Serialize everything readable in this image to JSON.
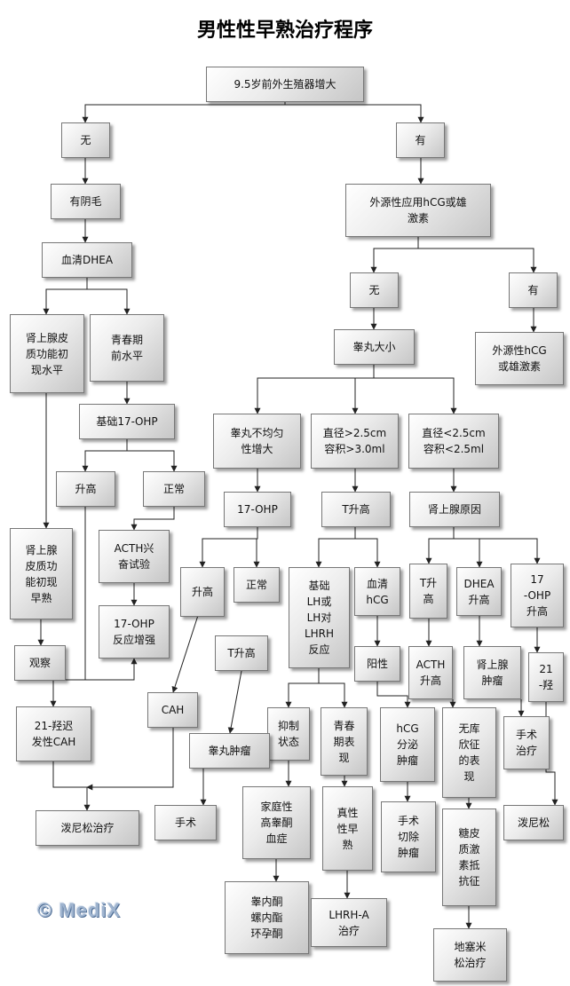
{
  "title": "男性性早熟治疗程序",
  "watermark": "© MediX",
  "nodes": {
    "n1": "9.5岁前外生殖器增大",
    "n2": "无",
    "n3": "有",
    "n4": "有阴毛",
    "n5": "外源性应用hCG或雄\n激素",
    "n6": "血清DHEA",
    "n7": "无",
    "n8": "有",
    "n9": "肾上腺皮\n质功能初\n现水平",
    "n10": "青春期\n前水平",
    "n11": "睾丸大小",
    "n12": "外源性hCG\n或雄激素",
    "n13": "基础17-OHP",
    "n14": "睾丸不均匀\n性增大",
    "n15": "直径>2.5cm\n容积>3.0ml",
    "n16": "直径<2.5cm\n容积<2.5ml",
    "n17": "升高",
    "n18": "正常",
    "n19": "17-OHP",
    "n20": "T升高",
    "n21": "肾上腺原因",
    "n22": "肾上腺\n皮质功\n能初现\n早熟",
    "n23": "ACTH兴\n奋试验",
    "n24": "升高",
    "n25": "正常",
    "n26": "基础\nLH或\nLH对\nLHRH\n反应",
    "n27": "血清\nhCG",
    "n28": "T升\n高",
    "n29": "DHEA\n升高",
    "n30": "17\n-OHP\n升高",
    "n31": "17-OHP\n反应增强",
    "n32": "观察",
    "n33": "T升高",
    "n34": "阳性",
    "n35": "ACTH\n升高",
    "n36": "肾上腺\n肿瘤",
    "n37": "21\n-羟",
    "n38": "21-羟迟\n发性CAH",
    "n39": "CAH",
    "n40": "抑制\n状态",
    "n41": "青春\n期表\n现",
    "n42": "hCG\n分泌\n肿瘤",
    "n43": "无库\n欣征\n的表\n现",
    "n44": "手术\n治疗",
    "n45": "睾丸肿瘤",
    "n46": "家庭性\n高睾酮\n血症",
    "n47": "真性\n性早\n熟",
    "n48": "手术\n切除\n肿瘤",
    "n49": "糖皮\n质激\n素抵\n抗征",
    "n50": "泼尼松治疗",
    "n51": "手术",
    "n52": "泼尼松",
    "n53": "睾内酮\n螺内酯\n环孕酮",
    "n54": "LHRH-A\n治疗",
    "n55": "地塞米\n松治疗"
  }
}
